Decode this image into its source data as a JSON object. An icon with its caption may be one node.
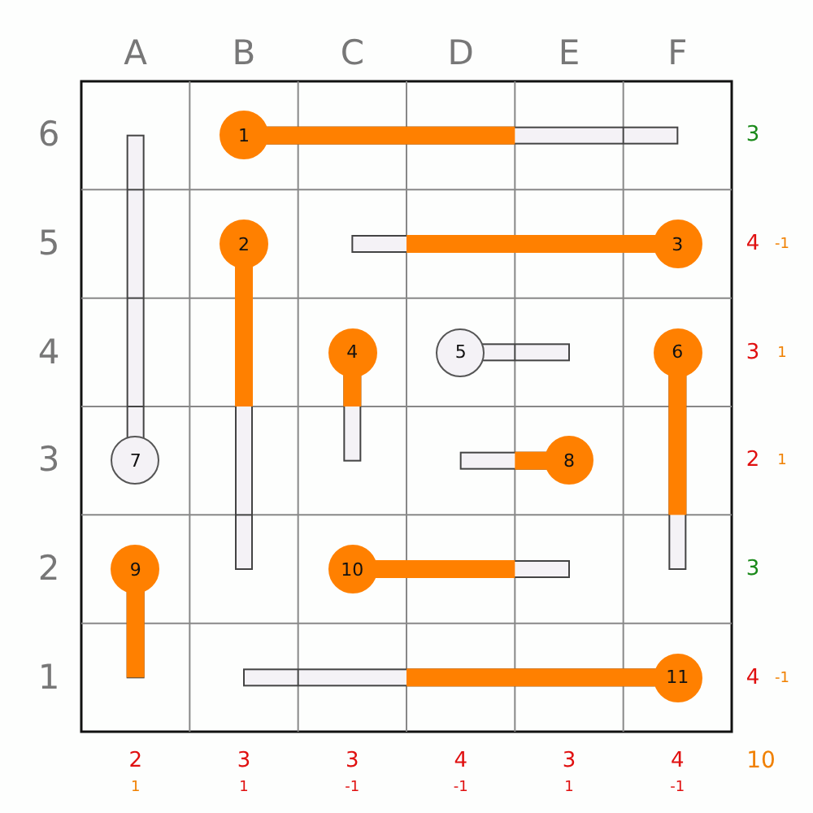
{
  "diagram": {
    "nodes": [
      {
        "text": [
          "1"
        ]
      },
      {
        "text": [
          "2"
        ]
      },
      {
        "text": [
          "3"
        ]
      },
      {
        "text": [
          "4"
        ]
      },
      {
        "text": [
          "5"
        ]
      },
      {
        "text": [
          "6"
        ]
      },
      {
        "text": [
          "7"
        ]
      },
      {
        "text": [
          "8"
        ]
      },
      {
        "text": [
          "9"
        ]
      },
      {
        "text": [
          "10"
        ]
      },
      {
        "text": [
          "11"
        ]
      }
    ],
    "edges": [],
    "labels": [
      "A",
      "B",
      "C",
      "D",
      "E",
      "F",
      "6",
      "3",
      "5",
      "4",
      "-1",
      "4",
      "3",
      "1",
      "3",
      "2",
      "1",
      "2",
      "3",
      "1",
      "4",
      "-1",
      "2",
      "3",
      "3",
      "4",
      "3",
      "4",
      "10",
      "1",
      "1",
      "-1",
      "-1",
      "1",
      "-1"
    ]
  }
}
